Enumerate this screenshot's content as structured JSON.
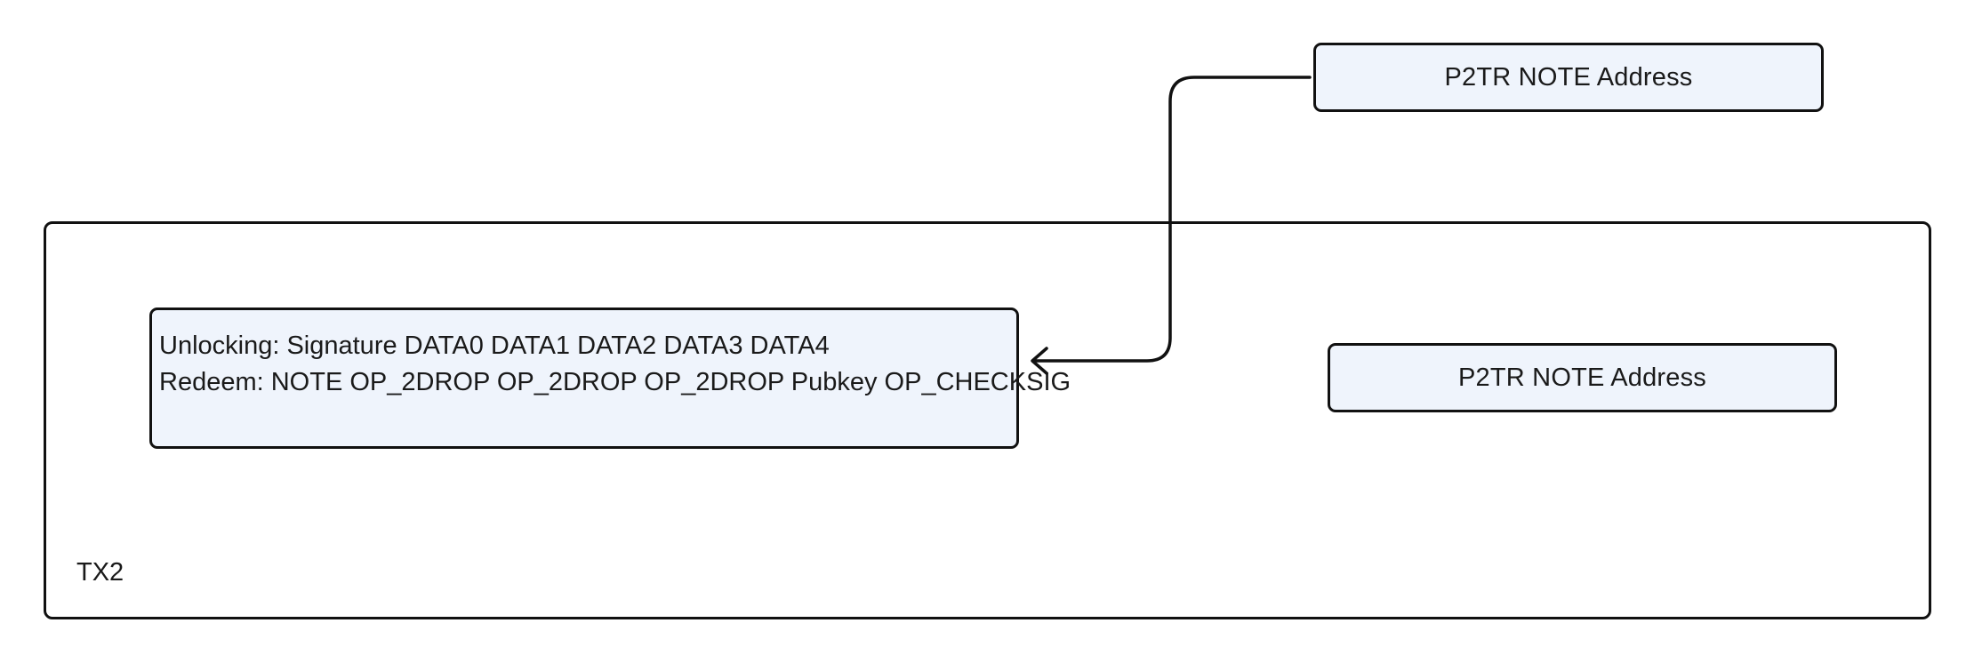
{
  "top_node": {
    "label": "P2TR NOTE Address"
  },
  "tx_frame": {
    "label": "TX2",
    "script_node": {
      "unlocking": "Unlocking: Signature DATA0 DATA1 DATA2 DATA3 DATA4",
      "redeem": "Redeem: NOTE OP_2DROP OP_2DROP OP_2DROP Pubkey OP_CHECKSIG"
    },
    "output_node": {
      "label": "P2TR NOTE Address"
    }
  },
  "colors": {
    "node_fill": "#eff4fc",
    "stroke": "#111111",
    "frame_fill": "#ffffff"
  }
}
